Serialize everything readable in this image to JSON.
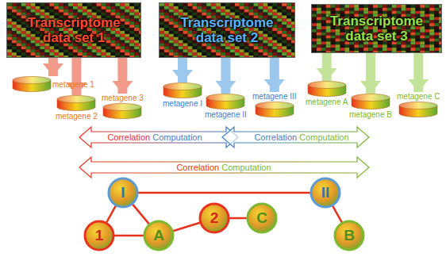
{
  "diagram": {
    "nodes": [
      {
        "text": [
          "Transcriptome data set 1"
        ]
      },
      {
        "text": [
          "Transcriptome data set 2"
        ]
      },
      {
        "text": [
          "Transcriptome data set 3"
        ]
      },
      {
        "text": [
          "metagene 1"
        ]
      },
      {
        "text": [
          "metagene 2"
        ]
      },
      {
        "text": [
          "metagene 3"
        ]
      },
      {
        "text": [
          "metagene I"
        ]
      },
      {
        "text": [
          "metagene II"
        ]
      },
      {
        "text": [
          "metagene III"
        ]
      },
      {
        "text": [
          "metagene A"
        ]
      },
      {
        "text": [
          "metagene B"
        ]
      },
      {
        "text": [
          "metagene C"
        ]
      },
      {
        "text": [
          "I"
        ]
      },
      {
        "text": [
          "II"
        ]
      },
      {
        "text": [
          "1"
        ]
      },
      {
        "text": [
          "A"
        ]
      },
      {
        "text": [
          "2"
        ]
      },
      {
        "text": [
          "C"
        ]
      },
      {
        "text": [
          "B"
        ]
      }
    ],
    "edges": [
      {
        "from": 0,
        "to": 3,
        "arrow": "to"
      },
      {
        "from": 0,
        "to": 4,
        "arrow": "to"
      },
      {
        "from": 0,
        "to": 5,
        "arrow": "to"
      },
      {
        "from": 1,
        "to": 6,
        "arrow": "to"
      },
      {
        "from": 1,
        "to": 7,
        "arrow": "to"
      },
      {
        "from": 1,
        "to": 8,
        "arrow": "to"
      },
      {
        "from": 2,
        "to": 9,
        "arrow": "to"
      },
      {
        "from": 2,
        "to": 10,
        "arrow": "to"
      },
      {
        "from": 2,
        "to": 11,
        "arrow": "to"
      },
      {
        "from": 12,
        "to": 13,
        "arrow": "none"
      },
      {
        "from": 12,
        "to": 14,
        "arrow": "none"
      },
      {
        "from": 12,
        "to": 15,
        "arrow": "none"
      },
      {
        "from": 14,
        "to": 15,
        "arrow": "none"
      },
      {
        "from": 15,
        "to": 16,
        "arrow": "none"
      },
      {
        "from": 16,
        "to": 17,
        "arrow": "none"
      },
      {
        "from": 13,
        "to": 18,
        "arrow": "none"
      }
    ],
    "labels": [
      "Correlation Computation",
      "Correlation Computation",
      "Correlation Computation"
    ]
  }
}
